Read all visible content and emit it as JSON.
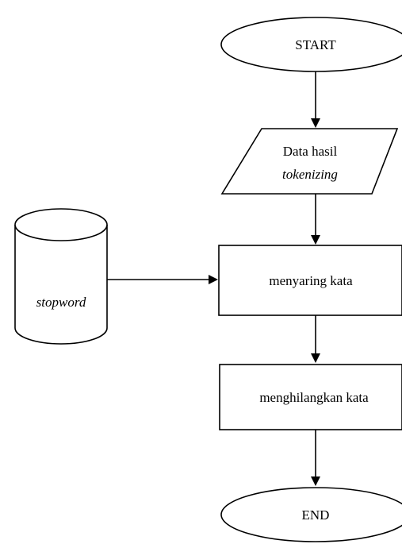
{
  "diagram": {
    "start": {
      "label": "START"
    },
    "data_input": {
      "line1": "Data hasil",
      "line2": "tokenizing"
    },
    "stopword_db": {
      "label": "stopword"
    },
    "filter_process": {
      "label": "menyaring kata"
    },
    "remove_process": {
      "label": "menghilangkan kata"
    },
    "end": {
      "label": "END"
    }
  },
  "colors": {
    "stroke": "#000000",
    "connector": "#000000",
    "fill": "#ffffff"
  }
}
